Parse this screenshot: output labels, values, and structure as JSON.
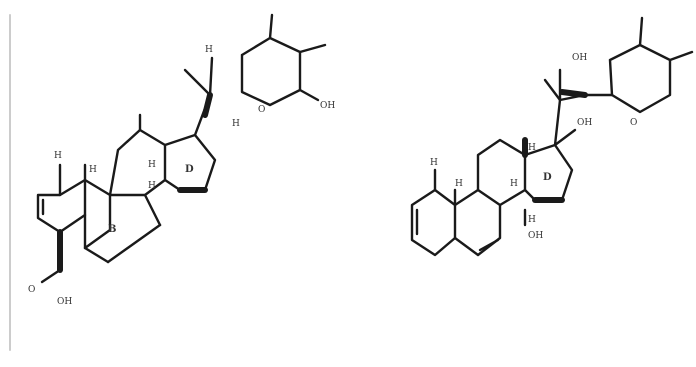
{
  "left_structure": {
    "caption": "",
    "ring_labels": {
      "b": "B",
      "d": "D"
    },
    "atoms": {
      "h1": "H",
      "h2": "H",
      "h3": "H",
      "h4": "H",
      "h_top": "H",
      "oh": "OH",
      "me": "O",
      "o_ring": "O",
      "sugar_oh": "OH",
      "sugar_sub": ""
    }
  },
  "right_structure": {
    "caption": "",
    "ring_labels": {
      "d": "D"
    },
    "atoms": {
      "h1": "H",
      "h2": "H",
      "h3": "H",
      "h4": "H",
      "oh_top": "OH",
      "oh_side": "OH",
      "h_bottom": "H",
      "oh_bottom": "OH",
      "o_ring": "O"
    }
  },
  "colors": {
    "ink": "#1a1a1a",
    "divider": "#cccccc"
  }
}
